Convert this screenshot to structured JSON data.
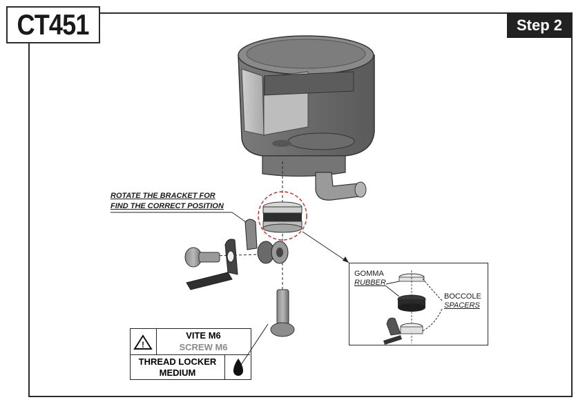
{
  "product_code": "CT451",
  "step": "Step 2",
  "rotate_note": {
    "line1": "ROTATE THE BRACKET FOR",
    "line2": "FIND THE CORRECT POSITION"
  },
  "detail": {
    "rubber_it": "GOMMA",
    "rubber_en": "RUBBER",
    "spacers_it": "BOCCOLE",
    "spacers_en": "SPACERS"
  },
  "screw_table": {
    "screw_it": "VITE M6",
    "screw_en": "SCREW M6",
    "locker_line1": "THREAD LOCKER",
    "locker_line2": "MEDIUM",
    "warning_icon": "warning-triangle-icon",
    "drop_icon": "liquid-drop-icon"
  },
  "colors": {
    "highlight_circle": "#c0392b",
    "part_gray": "#6f6f6f",
    "badge_bg": "#222222"
  }
}
